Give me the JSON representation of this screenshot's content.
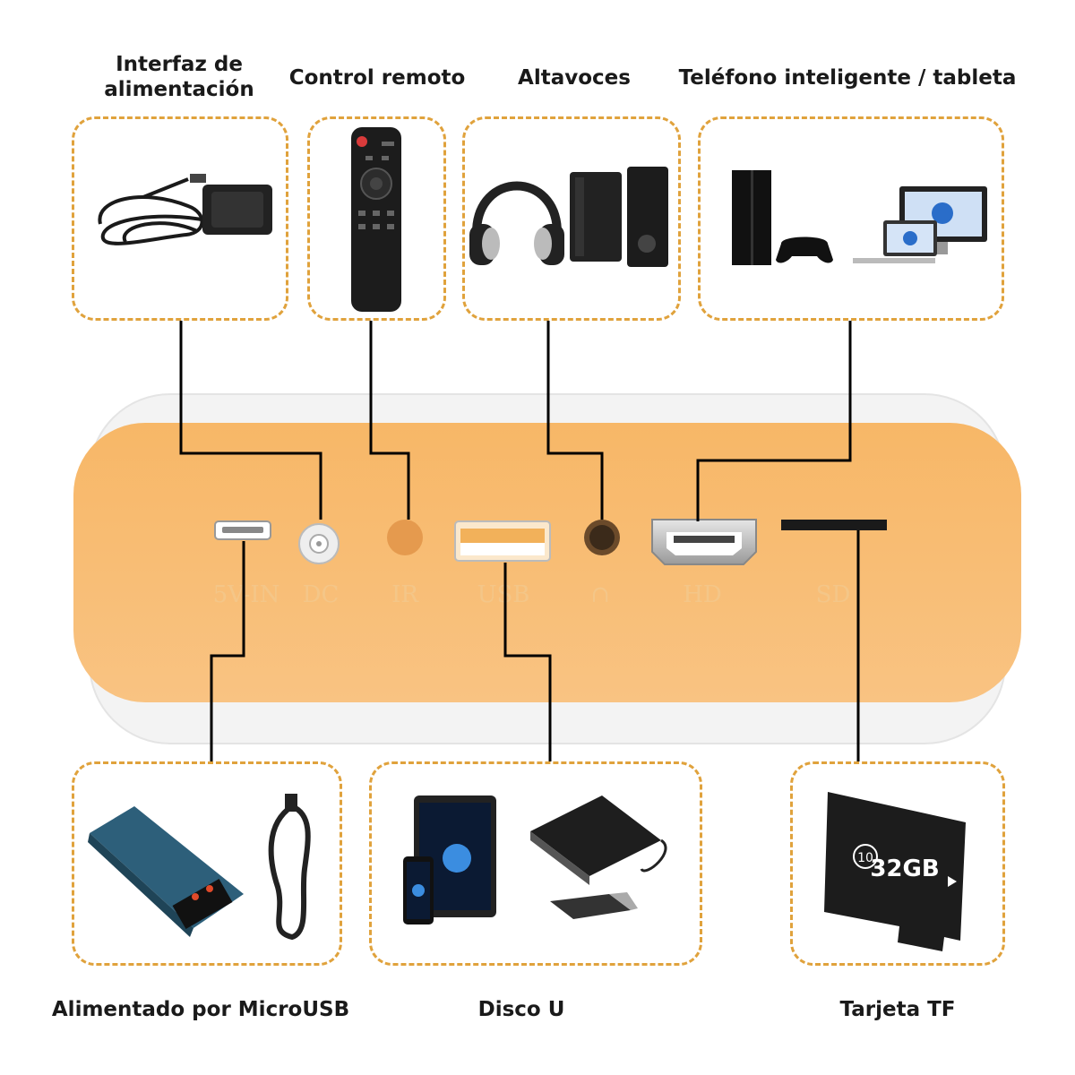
{
  "top_labels": {
    "power": [
      "Interfaz de",
      "alimentación"
    ],
    "remote": "Control remoto",
    "speakers": "Altavoces",
    "phone": "Teléfono inteligente / tableta"
  },
  "bottom_labels": {
    "microusb": "Alimentado por MicroUSB",
    "udisk": "Disco U",
    "tf": "Tarjeta TF"
  },
  "ports": [
    "5V-IN",
    "DC",
    "IR",
    "USB",
    "∩",
    "HD",
    "SD"
  ],
  "sd_card": {
    "class": "10",
    "capacity": "32GB"
  },
  "colors": {
    "accent_dashed": "#e0a23c",
    "body_orange": "#f6b86c",
    "port_label": "#f4c688",
    "lines": "#000000"
  }
}
